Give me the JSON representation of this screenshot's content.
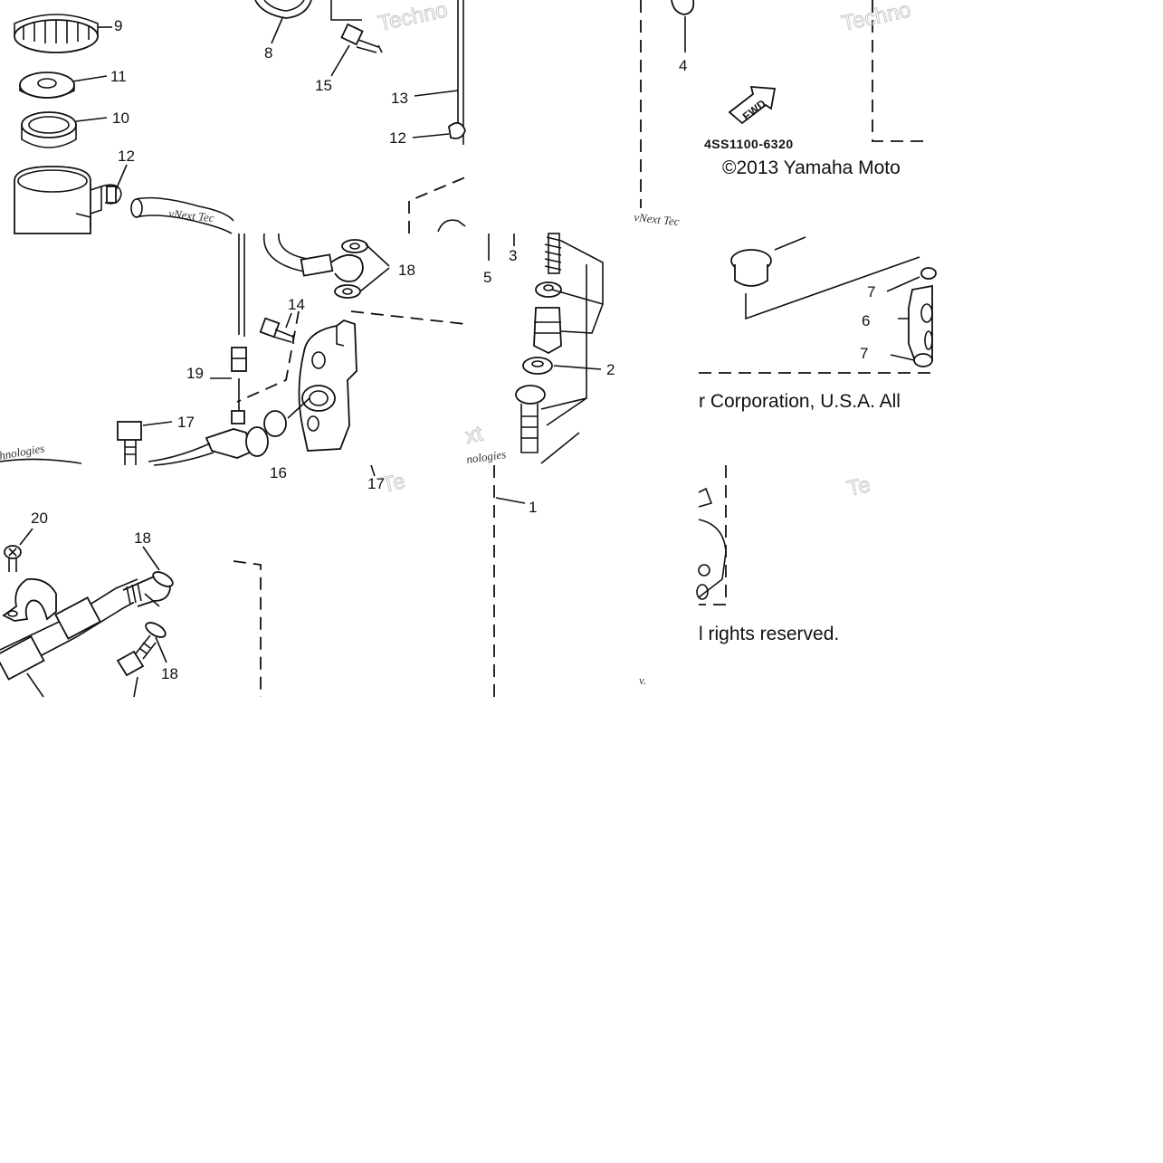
{
  "callouts": {
    "c9": "9",
    "c11": "11",
    "c10": "10",
    "c12a": "12",
    "c8": "8",
    "c15": "15",
    "c13": "13",
    "c12b": "12",
    "c4": "4",
    "c18a": "18",
    "c14": "14",
    "c19": "19",
    "c17a": "17",
    "c16": "16",
    "c5": "5",
    "c3": "3",
    "c2": "2",
    "c17b": "17",
    "c7a": "7",
    "c6": "6",
    "c7b": "7",
    "c1": "1",
    "c20": "20",
    "c18b": "18",
    "c18c": "18"
  },
  "part_code": "4SS1100-6320",
  "fwd_label": "FWD",
  "copyright": {
    "line1": "©2013 Yamaha Moto",
    "line2": "r Corporation, U.S.A. All",
    "line3": "l rights reserved."
  },
  "watermark_text": {
    "w1": "Techno",
    "w2": "Techno",
    "w3": "vNext Tec",
    "w4": "vNext Tec",
    "w5": "hnologies",
    "w6": "nologies",
    "w7": "xt",
    "w8": "Te",
    "w9": "Te",
    "w10": "v."
  }
}
